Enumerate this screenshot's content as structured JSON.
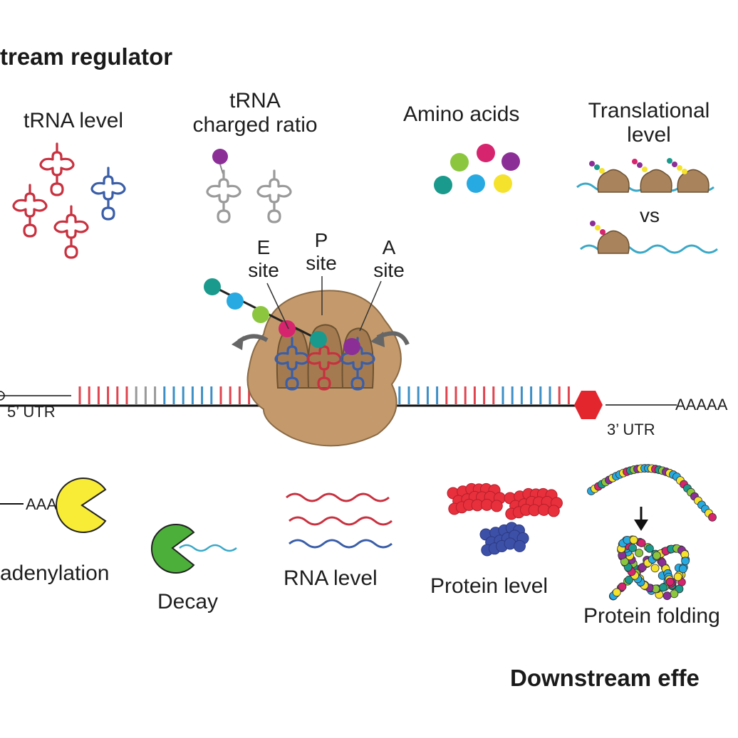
{
  "headings": {
    "upstream": "tream regulator",
    "downstream": "Downstream effe"
  },
  "labels": {
    "trna_level": "tRNA level",
    "trna_charged_line1": "tRNA",
    "trna_charged_line2": "charged ratio",
    "amino_acids": "Amino acids",
    "translational_line1": "Translational",
    "translational_line2": "level",
    "vs": "vs",
    "e_site_line1": "E",
    "e_site_line2": "site",
    "p_site_line1": "P",
    "p_site_line2": "site",
    "a_site_line1": "A",
    "a_site_line2": "site",
    "utr5": "5’ UTR",
    "utr3": "3’ UTR",
    "polya_tail": "AAAAA",
    "aaa": "AAA",
    "deadenylation": "adenylation",
    "decay": "Decay",
    "rna_level": "RNA level",
    "protein_level": "Protein level",
    "protein_folding": "Protein folding"
  },
  "colors": {
    "trna_red": "#c8313f",
    "trna_blue": "#3a5ea8",
    "ribosome": "#c49a6c",
    "ribosome_dark": "#8a6a45",
    "mrna_red": "#e0444f",
    "mrna_blue": "#3d8fc6",
    "mrna_grey": "#999999",
    "stop_codon": "#e3262e",
    "aa_teal": "#1a9a8c",
    "aa_blue": "#27aae1",
    "aa_green": "#8cc63f",
    "aa_magenta": "#d6246e",
    "aa_purple": "#8b2f97",
    "aa_yellow": "#f5e22c",
    "pacman_yellow": "#f8ec37",
    "pacman_green": "#4caf3a",
    "protein_red": "#e8303c",
    "protein_blue": "#3d50a8",
    "wave_teal": "#3aa8c7"
  }
}
